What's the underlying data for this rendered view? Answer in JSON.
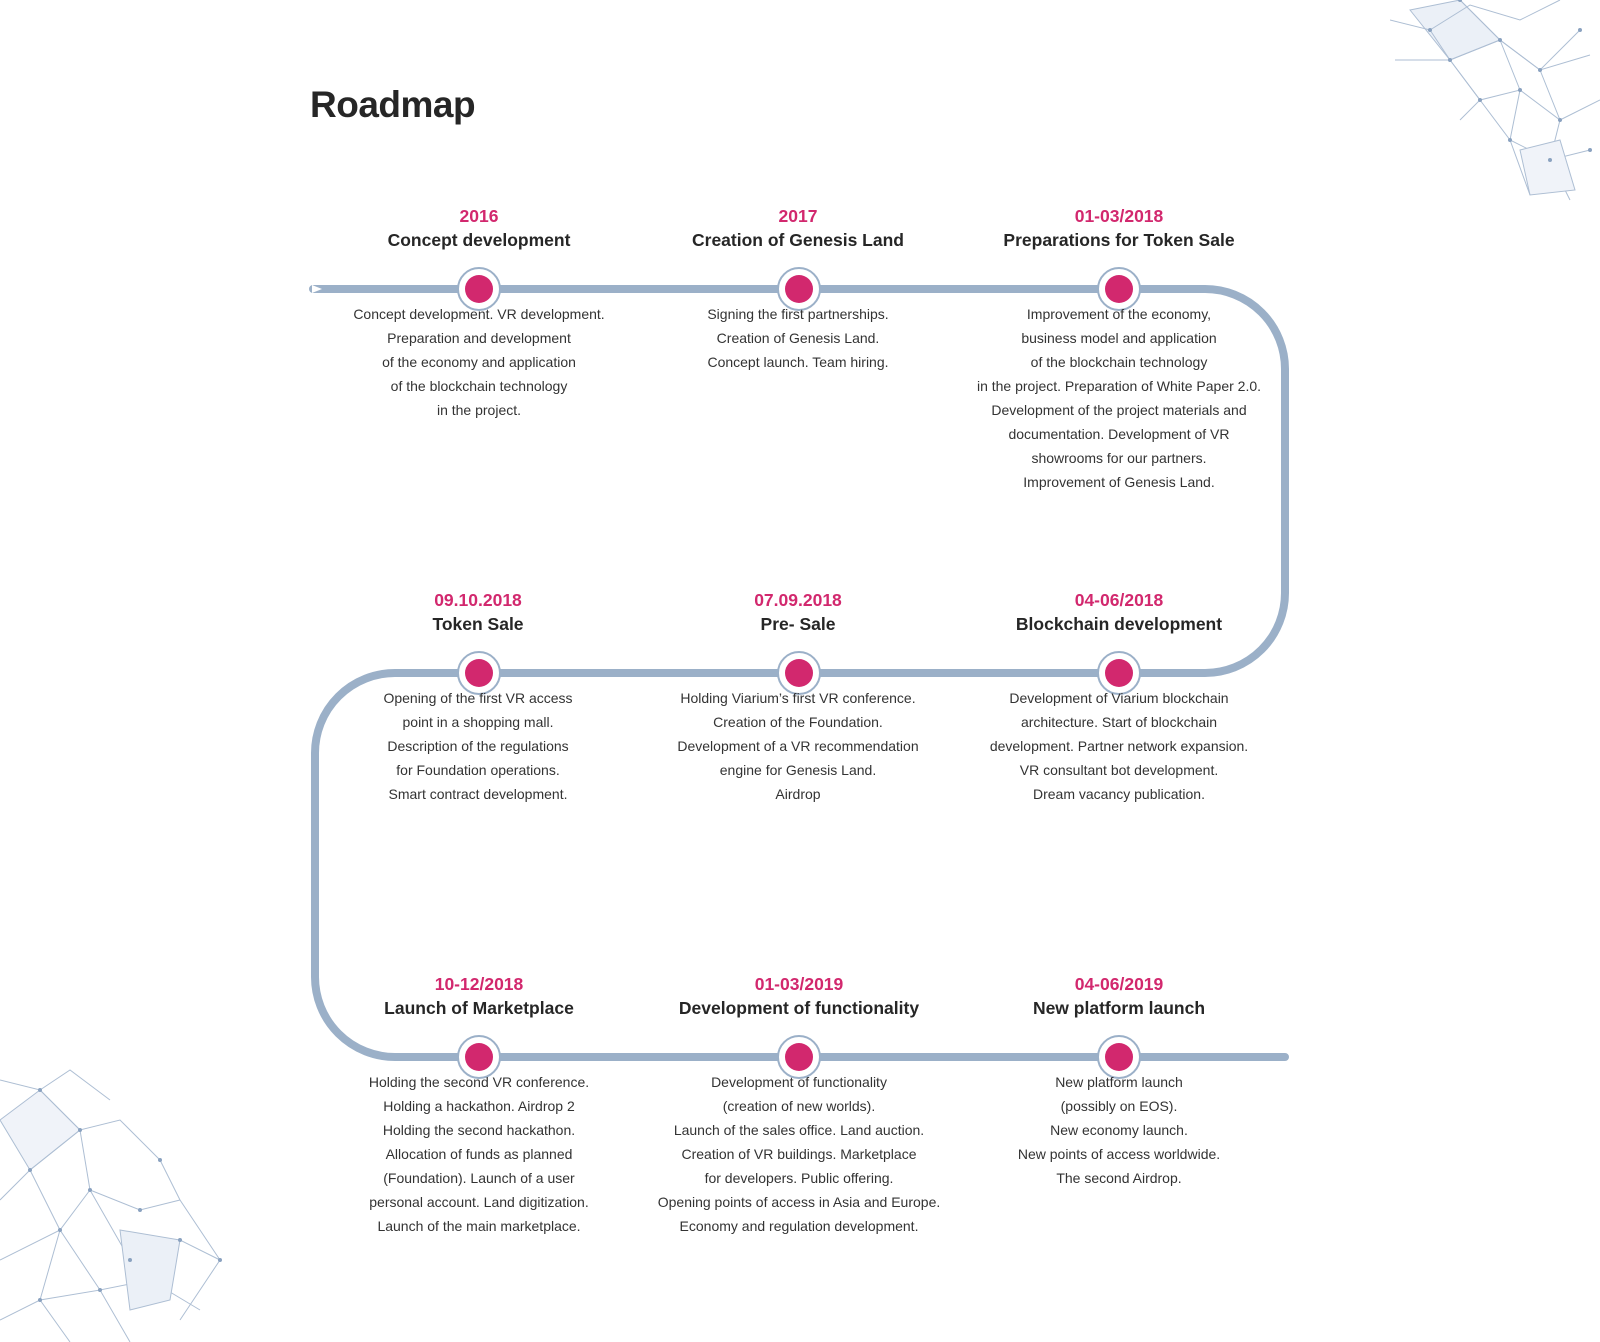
{
  "title": "Roadmap",
  "colors": {
    "accent": "#d2286e",
    "track": "#9bb0c8",
    "text": "#333333"
  },
  "milestones": [
    {
      "date": "2016",
      "title": "Concept development",
      "description": "Concept development. VR development.\nPreparation and development\nof the economy and application\nof the blockchain technology\nin the project."
    },
    {
      "date": "2017",
      "title": "Creation of Genesis Land",
      "description": "Signing the first partnerships.\nCreation of Genesis Land.\nConcept launch. Team hiring."
    },
    {
      "date": "01-03/2018",
      "title": "Preparations  for Token Sale",
      "description": "Improvement of the economy,\nbusiness model and application\nof the blockchain technology\nin the project. Preparation of White Paper 2.0.\nDevelopment of the project materials and\ndocumentation. Development of VR\nshowrooms for our partners.\nImprovement of Genesis Land."
    },
    {
      "date": "09.10.2018",
      "title": "Token Sale",
      "description": "Opening of the first VR access\npoint in a shopping mall.\nDescription of the regulations\nfor Foundation operations.\nSmart contract development."
    },
    {
      "date": "07.09.2018",
      "title": "Pre- Sale",
      "description": "Holding Viarium’s first VR conference.\nCreation of the Foundation.\nDevelopment of a VR recommendation\nengine for Genesis Land.\nAirdrop"
    },
    {
      "date": "04-06/2018",
      "title": "Blockchain development",
      "description": "Development of Viarium blockchain\narchitecture. Start of blockchain\ndevelopment. Partner network expansion.\nVR consultant bot development.\nDream vacancy publication."
    },
    {
      "date": "10-12/2018",
      "title": "Launch of Marketplace",
      "description": "Holding the second VR conference.\nHolding a hackathon. Airdrop 2\nHolding the second hackathon.\nAllocation of funds as planned\n(Foundation). Launch of a user\npersonal account. Land digitization.\nLaunch of the main marketplace."
    },
    {
      "date": "01-03/2019",
      "title": "Development of functionality",
      "description": "Development of functionality\n(creation of new worlds).\nLaunch of the sales office. Land auction.\nCreation of VR buildings. Marketplace\nfor developers. Public offering.\nOpening points of access in Asia and Europe.\nEconomy and regulation development."
    },
    {
      "date": "04-06/2019",
      "title": "New platform launch",
      "description": "New platform launch\n(possibly on EOS).\nNew economy launch.\nNew points of access worldwide.\nThe second Airdrop."
    }
  ]
}
